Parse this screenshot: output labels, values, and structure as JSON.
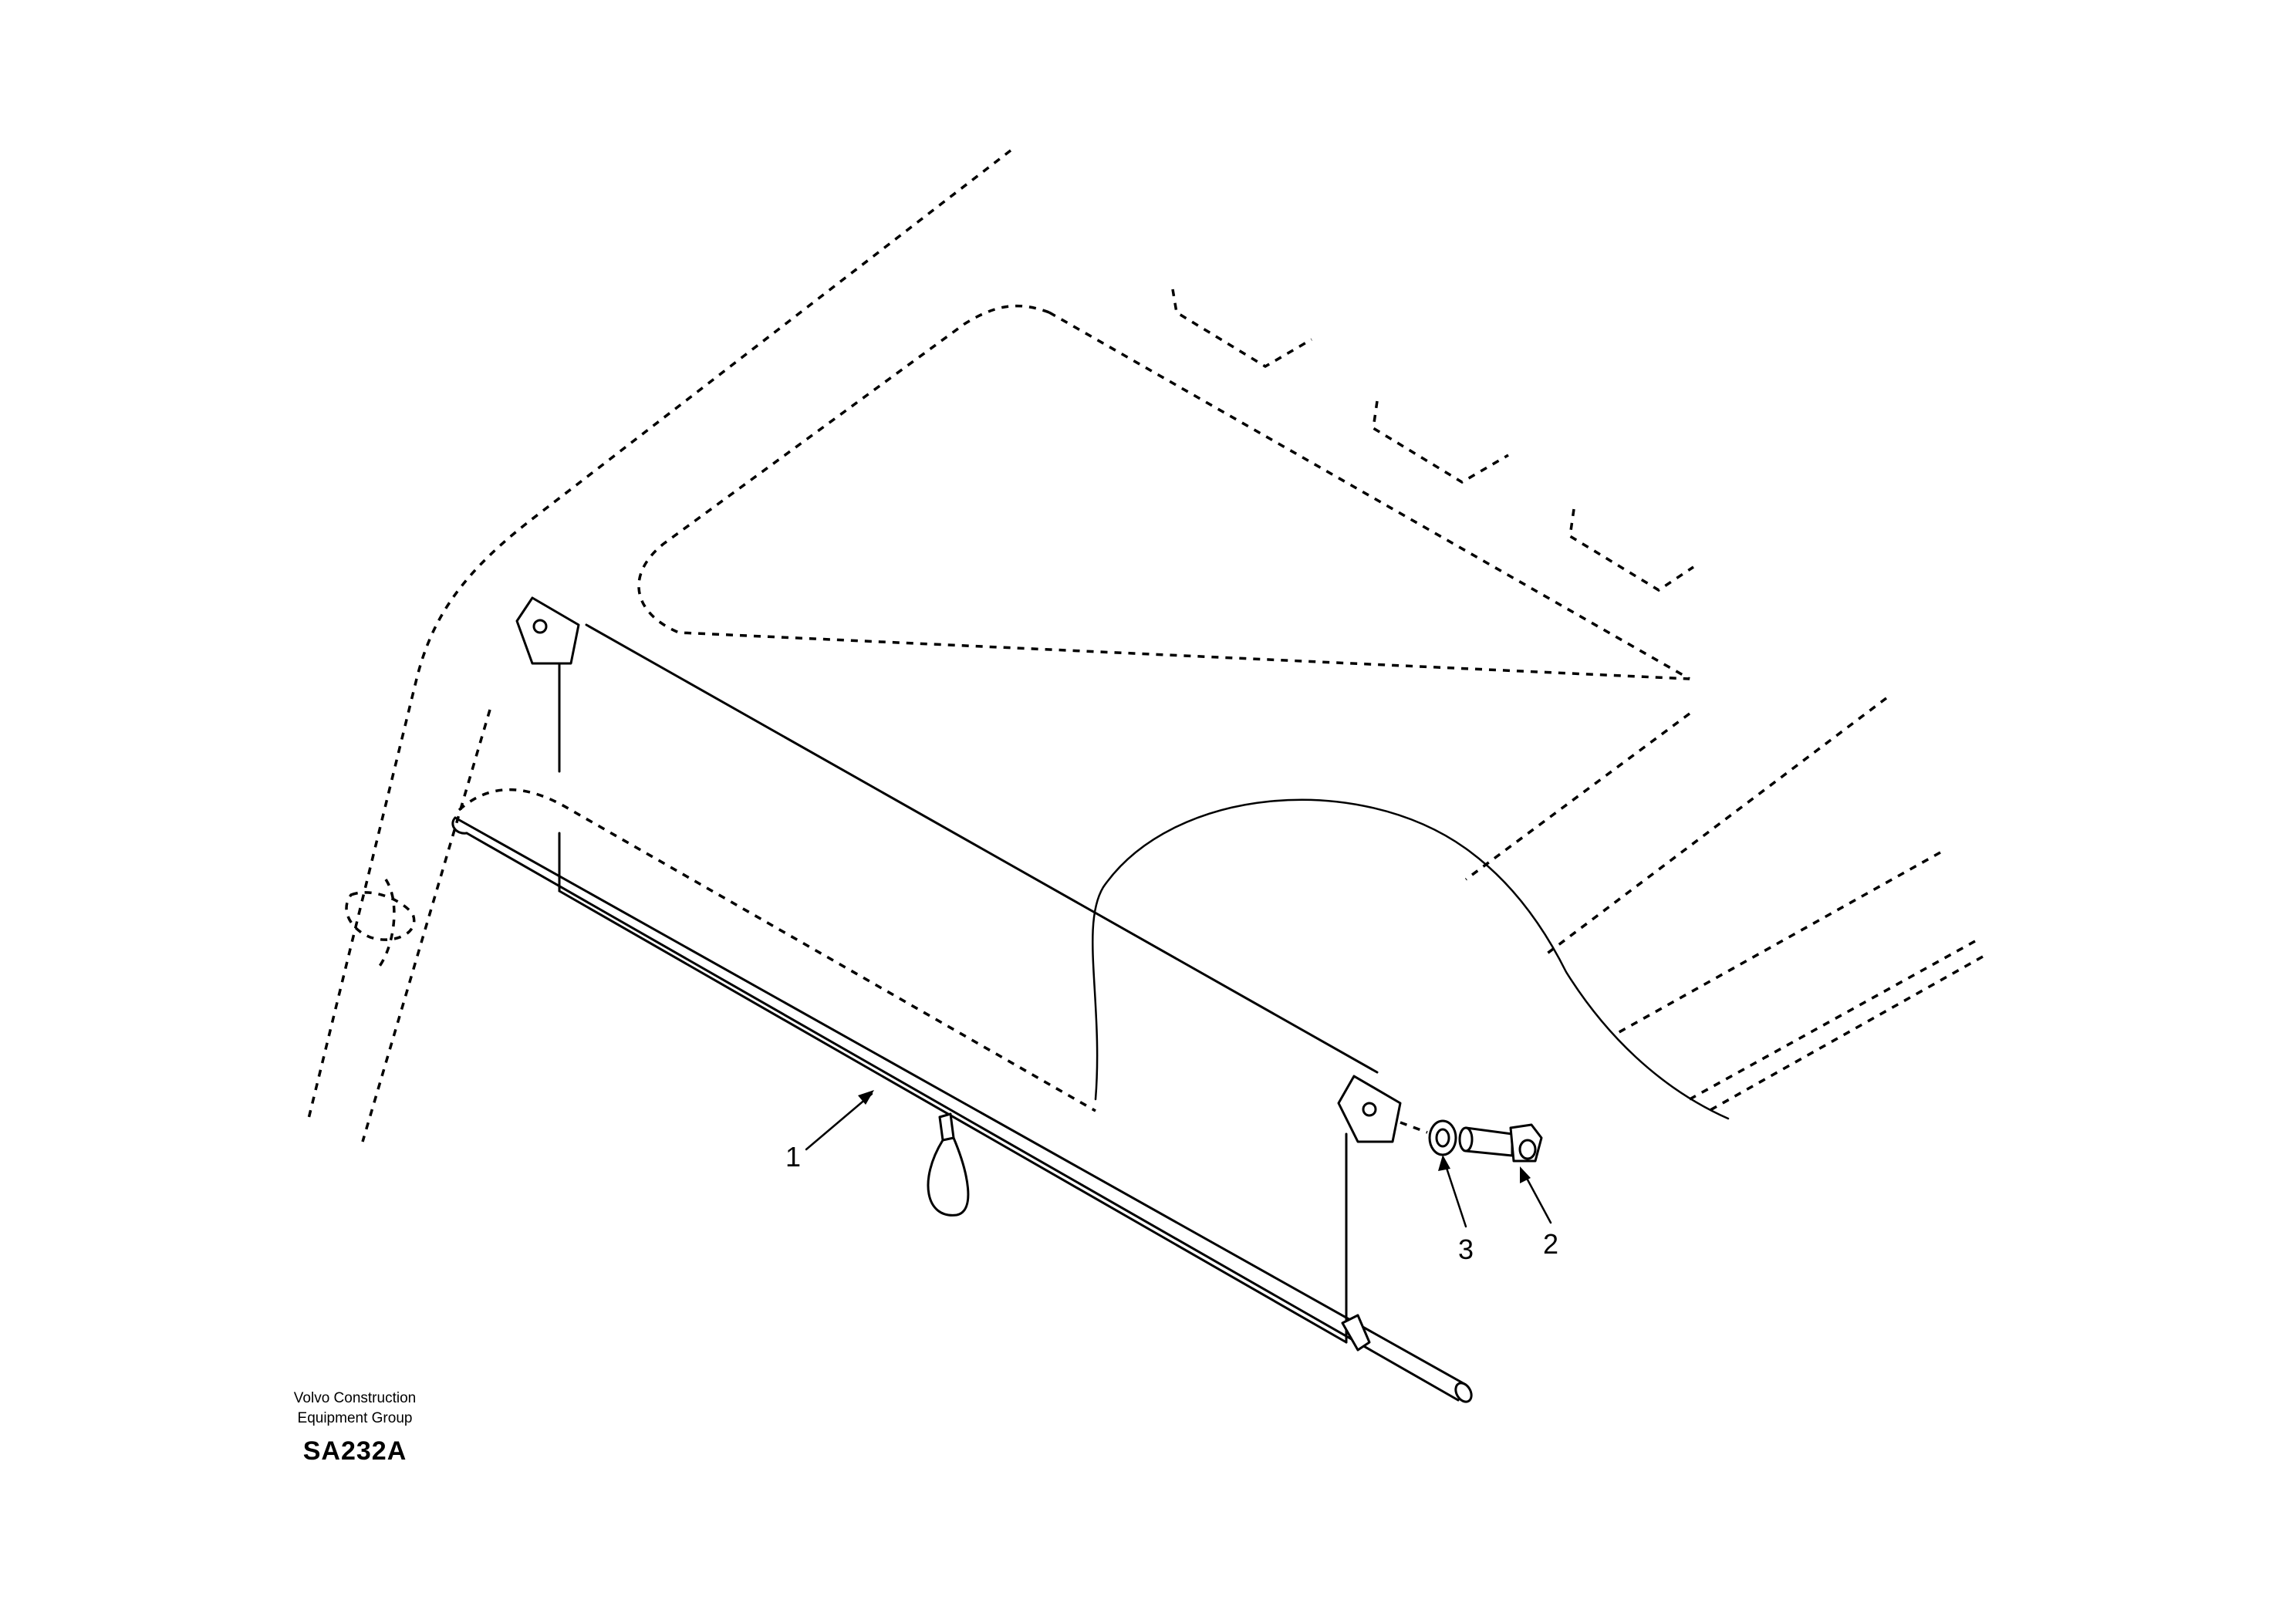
{
  "callouts": [
    {
      "number": "1",
      "part": "sun-shade-roller-blind"
    },
    {
      "number": "2",
      "part": "screw"
    },
    {
      "number": "3",
      "part": "washer"
    }
  ],
  "footer": {
    "company_line_1": "Volvo Construction",
    "company_line_2": "Equipment Group",
    "drawing_code": "SA232A"
  }
}
